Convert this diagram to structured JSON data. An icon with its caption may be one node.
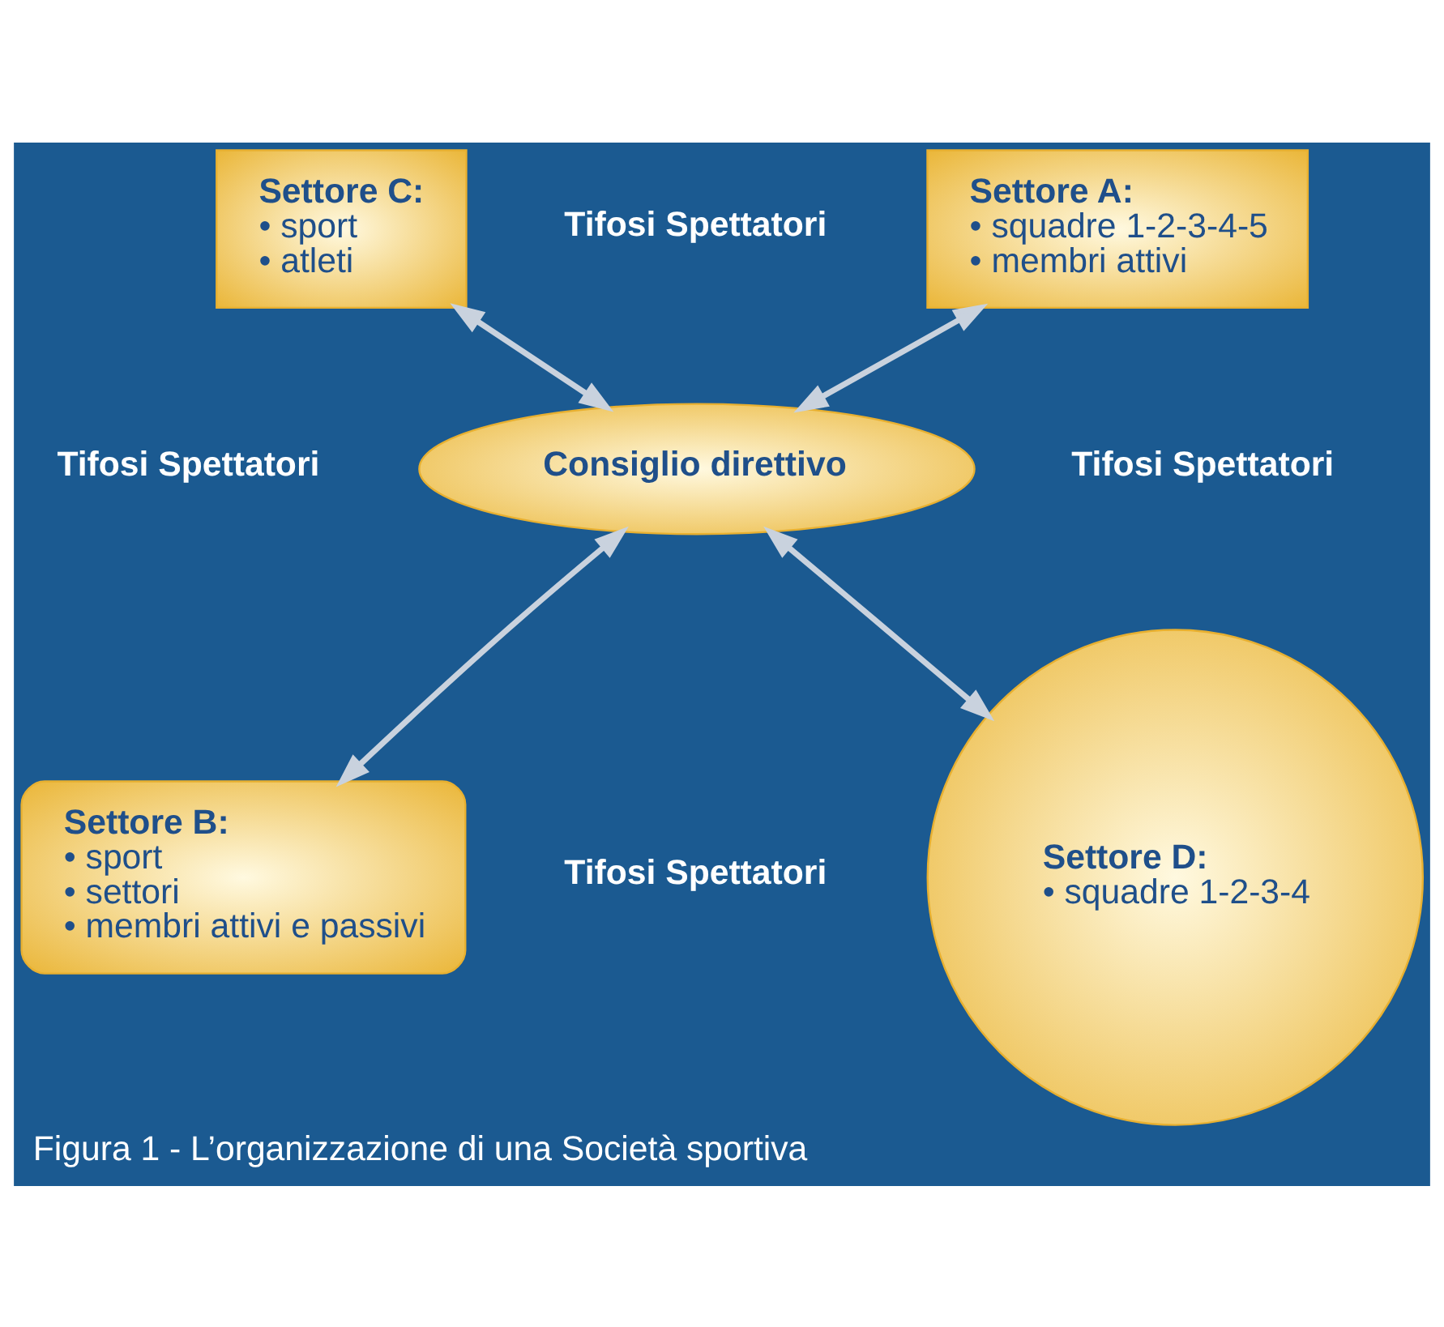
{
  "diagram": {
    "caption": "Figura 1 - L’organizzazione di una Società sportiva",
    "nodes": [
      {
        "text": [
          "Settore C:",
          "• sport",
          "• atleti"
        ]
      },
      {
        "text": [
          "Settore A:",
          "• squadre 1-2-3-4-5",
          "• membri attivi"
        ]
      },
      {
        "text": [
          "Consiglio direttivo"
        ]
      },
      {
        "text": [
          "Settore B:",
          "• sport",
          "• settori",
          "• membri attivi e passivi"
        ]
      },
      {
        "text": [
          "Settore D:",
          "• squadre 1-2-3-4"
        ]
      }
    ],
    "edges": [
      {
        "from": 0,
        "to": 2,
        "arrow": "both"
      },
      {
        "from": 1,
        "to": 2,
        "arrow": "both"
      },
      {
        "from": 2,
        "to": 3,
        "arrow": "both"
      },
      {
        "from": 2,
        "to": 4,
        "arrow": "both"
      }
    ],
    "labels": [
      "Tifosi Spettatori",
      "Tifosi Spettatori",
      "Tifosi Spettatori",
      "Tifosi Spettatori"
    ]
  }
}
